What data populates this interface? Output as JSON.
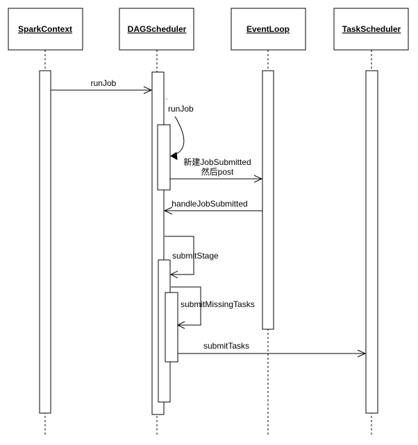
{
  "participants": {
    "spark_context": "SparkContext",
    "dag_scheduler": "DAGScheduler",
    "event_loop": "EventLoop",
    "task_scheduler": "TaskScheduler"
  },
  "messages": {
    "run_job_call": "runJob",
    "run_job_self": "runJob",
    "new_job_submitted_line1": "新建JobSubmitted",
    "new_job_submitted_line2": "然后post",
    "handle_job_submitted": "handleJobSubmitted",
    "submit_stage": "submitStage",
    "submit_missing_tasks": "submitMissingTasks",
    "submit_tasks": "submitTasks"
  }
}
